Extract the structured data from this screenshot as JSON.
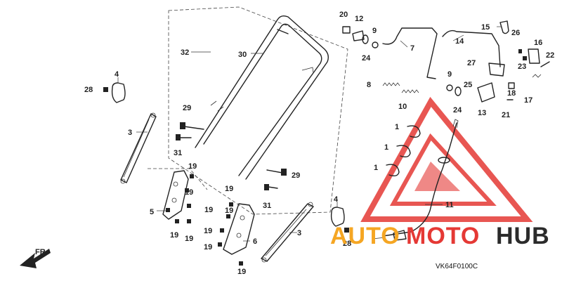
{
  "diagram": {
    "drawing_code": "VK64F0100C",
    "direction_label": "FR.",
    "watermark": {
      "text_left": "AUTO",
      "text_mid": "MOTO",
      "text_right": "HUB",
      "color_red": "#e53935",
      "color_orange": "#f5a623",
      "color_dark": "#2b2b2b"
    },
    "callouts": {
      "c1a": "1",
      "c1b": "1",
      "c1c": "1",
      "c3a": "3",
      "c3b": "3",
      "c4a": "4",
      "c4b": "4",
      "c5": "5",
      "c6": "6",
      "c7": "7",
      "c8": "8",
      "c9a": "9",
      "c9b": "9",
      "c10": "10",
      "c11": "11",
      "c12": "12",
      "c13": "13",
      "c14": "14",
      "c15": "15",
      "c16": "16",
      "c17": "17",
      "c18": "18",
      "c19a": "19",
      "c19b": "19",
      "c19c": "19",
      "c19d": "19",
      "c19e": "19",
      "c19f": "19",
      "c19g": "19",
      "c19h": "19",
      "c19i": "19",
      "c19j": "19",
      "c20": "20",
      "c21": "21",
      "c22": "22",
      "c23": "23",
      "c24a": "24",
      "c24b": "24",
      "c25": "25",
      "c26": "26",
      "c27": "27",
      "c28a": "28",
      "c28b": "28",
      "c29a": "29",
      "c29b": "29",
      "c30": "30",
      "c31a": "31",
      "c31b": "31",
      "c32": "32"
    }
  }
}
